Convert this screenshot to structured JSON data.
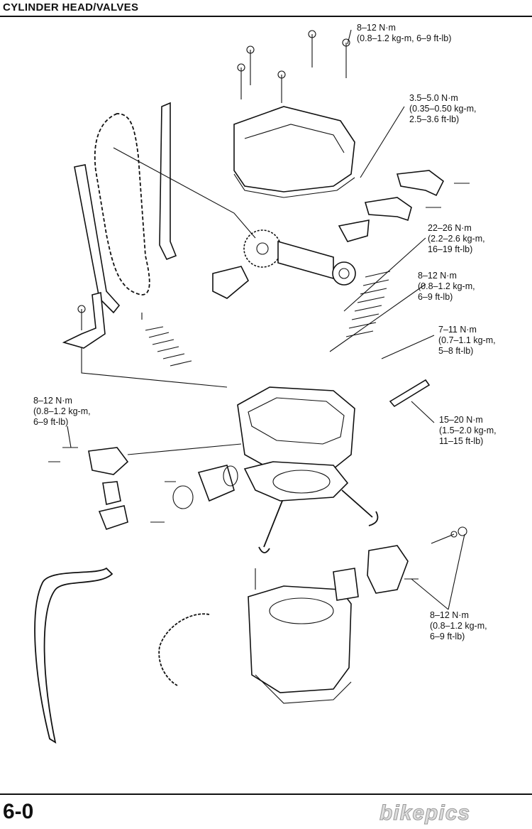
{
  "header": {
    "title": "CYLINDER HEAD/VALVES"
  },
  "footer": {
    "page_number": "6-0",
    "watermark": "bikepics"
  },
  "torque_specs": [
    {
      "nm": "8–12 N·m",
      "detail": "(0.8–1.2 kg-m, 6–9 ft-lb)"
    },
    {
      "nm": "3.5–5.0 N·m",
      "detail": "(0.35–0.50 kg-m,",
      "detail2": "2.5–3.6 ft-lb)"
    },
    {
      "nm": "22–26 N·m",
      "detail": "(2.2–2.6 kg-m,",
      "detail2": "16–19 ft-lb)"
    },
    {
      "nm": "8–12 N·m",
      "detail": "(0.8–1.2 kg-m,",
      "detail2": "6–9 ft-lb)"
    },
    {
      "nm": "7–11 N·m",
      "detail": "(0.7–1.1 kg-m,",
      "detail2": "5–8 ft-lb)"
    },
    {
      "nm": "15–20 N·m",
      "detail": "(1.5–2.0 kg-m,",
      "detail2": "11–15 ft-lb)"
    },
    {
      "nm": "8–12 N·m",
      "detail": "(0.8–1.2 kg-m,",
      "detail2": "6–9 ft-lb)"
    },
    {
      "nm": "8–12 N·m",
      "detail": "(0.8–1.2 kg-m,",
      "detail2": "6–9 ft-lb)"
    }
  ]
}
